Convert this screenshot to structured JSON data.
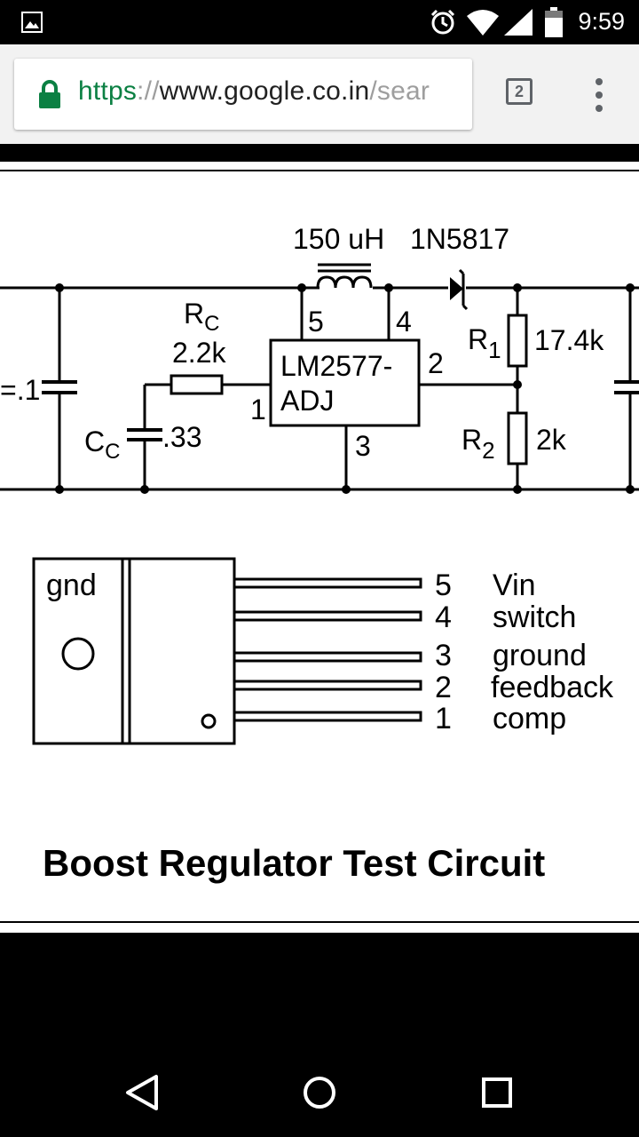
{
  "status_bar": {
    "time": "9:59"
  },
  "browser": {
    "url": {
      "scheme": "https",
      "separator": "://",
      "host": "www.google.co.in",
      "path": "/sear"
    },
    "tab_count": "2"
  },
  "diagram": {
    "inductor_label": "150 uH",
    "diode_label": "1N5817",
    "rc_label": "R",
    "rc_sub": "C",
    "rc_value": "2.2k",
    "ic_line1": "LM2577-",
    "ic_line2": "ADJ",
    "pin5": "5",
    "pin4": "4",
    "pin2": "2",
    "pin1": "1",
    "pin3": "3",
    "r1_label": "R",
    "r1_sub": "1",
    "r1_value": "17.4k",
    "r2_label": "R",
    "r2_sub": "2",
    "r2_value": "2k",
    "cin_value": "=.1",
    "cc_label": "C",
    "cc_sub": "C",
    "cc_value": ".33",
    "package_gnd": "gnd",
    "pins": [
      {
        "num": "5",
        "name": "Vin"
      },
      {
        "num": "4",
        "name": "switch"
      },
      {
        "num": "3",
        "name": "ground"
      },
      {
        "num": "2",
        "name": "feedback"
      },
      {
        "num": "1",
        "name": "comp"
      }
    ],
    "caption": "Boost Regulator Test Circuit"
  }
}
